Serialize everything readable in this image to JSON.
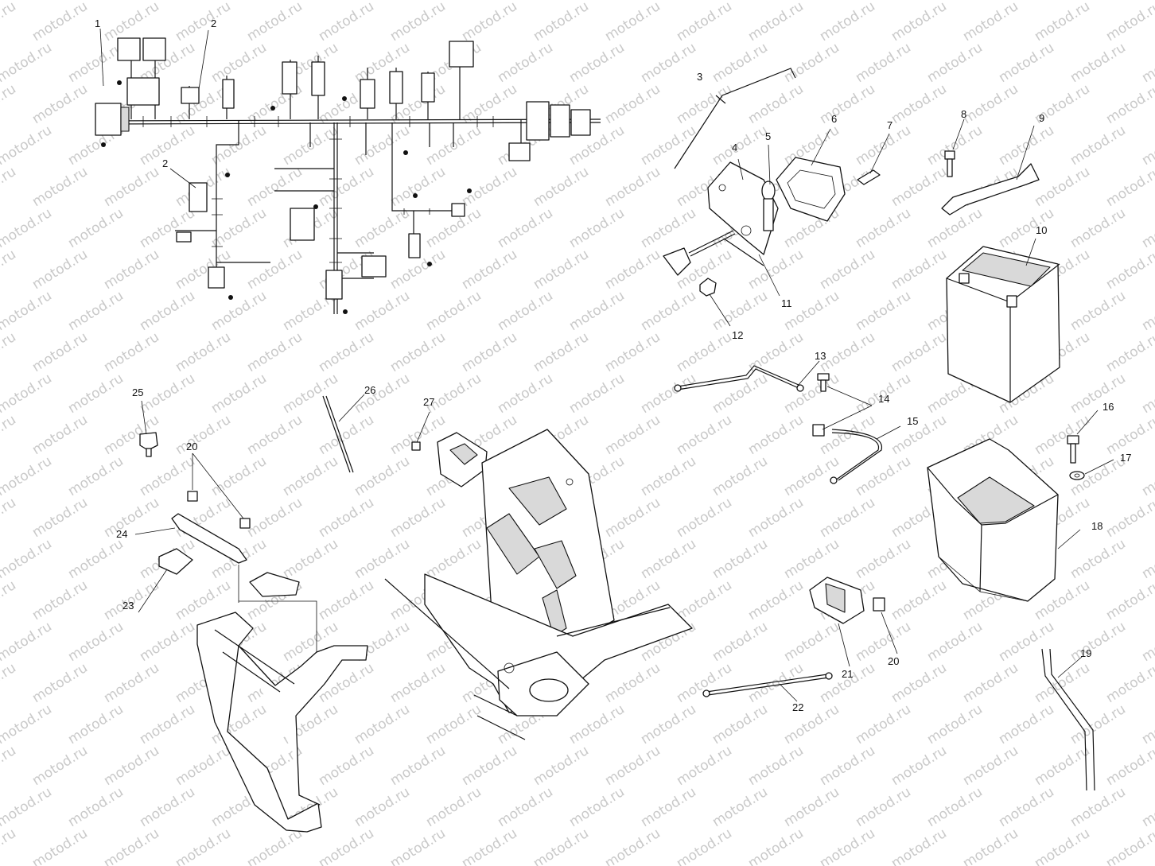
{
  "watermark": {
    "text": "motod.ru",
    "color": "#c9c9c9"
  },
  "callouts": [
    {
      "id": "1",
      "label": "1"
    },
    {
      "id": "2a",
      "label": "2"
    },
    {
      "id": "2b",
      "label": "2"
    },
    {
      "id": "3",
      "label": "3"
    },
    {
      "id": "4",
      "label": "4"
    },
    {
      "id": "5",
      "label": "5"
    },
    {
      "id": "6",
      "label": "6"
    },
    {
      "id": "7",
      "label": "7"
    },
    {
      "id": "8",
      "label": "8"
    },
    {
      "id": "9",
      "label": "9"
    },
    {
      "id": "10",
      "label": "10"
    },
    {
      "id": "11",
      "label": "11"
    },
    {
      "id": "12",
      "label": "12"
    },
    {
      "id": "13",
      "label": "13"
    },
    {
      "id": "14",
      "label": "14"
    },
    {
      "id": "15",
      "label": "15"
    },
    {
      "id": "16",
      "label": "16"
    },
    {
      "id": "17",
      "label": "17"
    },
    {
      "id": "18",
      "label": "18"
    },
    {
      "id": "19",
      "label": "19"
    },
    {
      "id": "20a",
      "label": "20"
    },
    {
      "id": "20b",
      "label": "20"
    },
    {
      "id": "21",
      "label": "21"
    },
    {
      "id": "22",
      "label": "22"
    },
    {
      "id": "23",
      "label": "23"
    },
    {
      "id": "24",
      "label": "24"
    },
    {
      "id": "25",
      "label": "25"
    },
    {
      "id": "26",
      "label": "26"
    },
    {
      "id": "27",
      "label": "27"
    }
  ]
}
